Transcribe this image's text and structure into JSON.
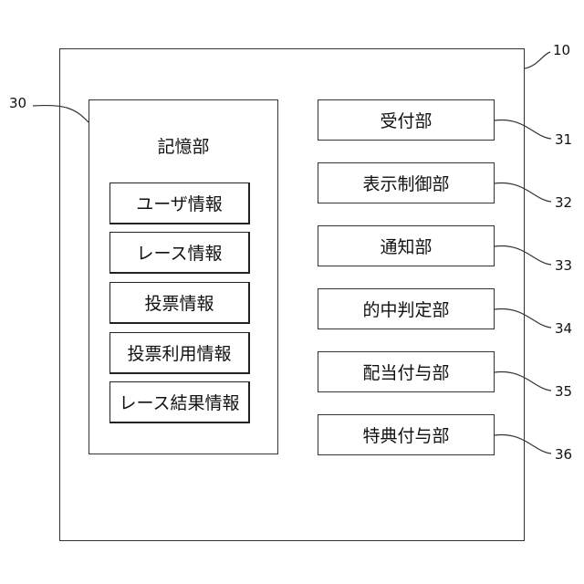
{
  "system": {
    "ref": "10"
  },
  "storage": {
    "ref": "30",
    "title": "記憶部",
    "items": [
      {
        "label": "ユーザ情報"
      },
      {
        "label": "レース情報"
      },
      {
        "label": "投票情報"
      },
      {
        "label": "投票利用情報"
      },
      {
        "label": "レース結果情報"
      }
    ]
  },
  "units": [
    {
      "label": "受付部",
      "ref": "31"
    },
    {
      "label": "表示制御部",
      "ref": "32"
    },
    {
      "label": "通知部",
      "ref": "33"
    },
    {
      "label": "的中判定部",
      "ref": "34"
    },
    {
      "label": "配当付与部",
      "ref": "35"
    },
    {
      "label": "特典付与部",
      "ref": "36"
    }
  ]
}
